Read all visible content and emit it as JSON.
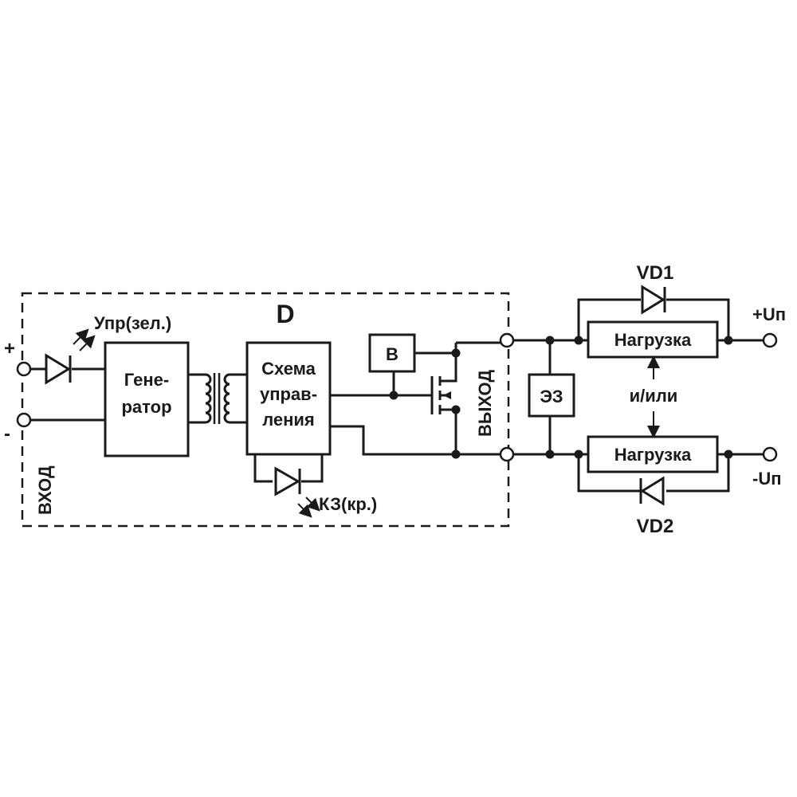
{
  "module_label": "D",
  "input": {
    "plus": "+",
    "minus": "-",
    "label": "ВХОД"
  },
  "output": {
    "label": "ВЫХОД"
  },
  "blocks": {
    "generator": [
      "Гене-",
      "ратор"
    ],
    "control": [
      "Схема",
      "управ-",
      "ления"
    ],
    "b": "В",
    "ez": "ЭЗ",
    "load_top": "Нагрузка",
    "load_bottom": "Нагрузка"
  },
  "indicators": {
    "ctrl_led": "Упр(зел.)",
    "short_led": "КЗ(кр.)"
  },
  "diodes": {
    "vd1": "VD1",
    "vd2": "VD2"
  },
  "supply": {
    "plus": "+Uп",
    "minus": "-Uп"
  },
  "connector": "и/или"
}
